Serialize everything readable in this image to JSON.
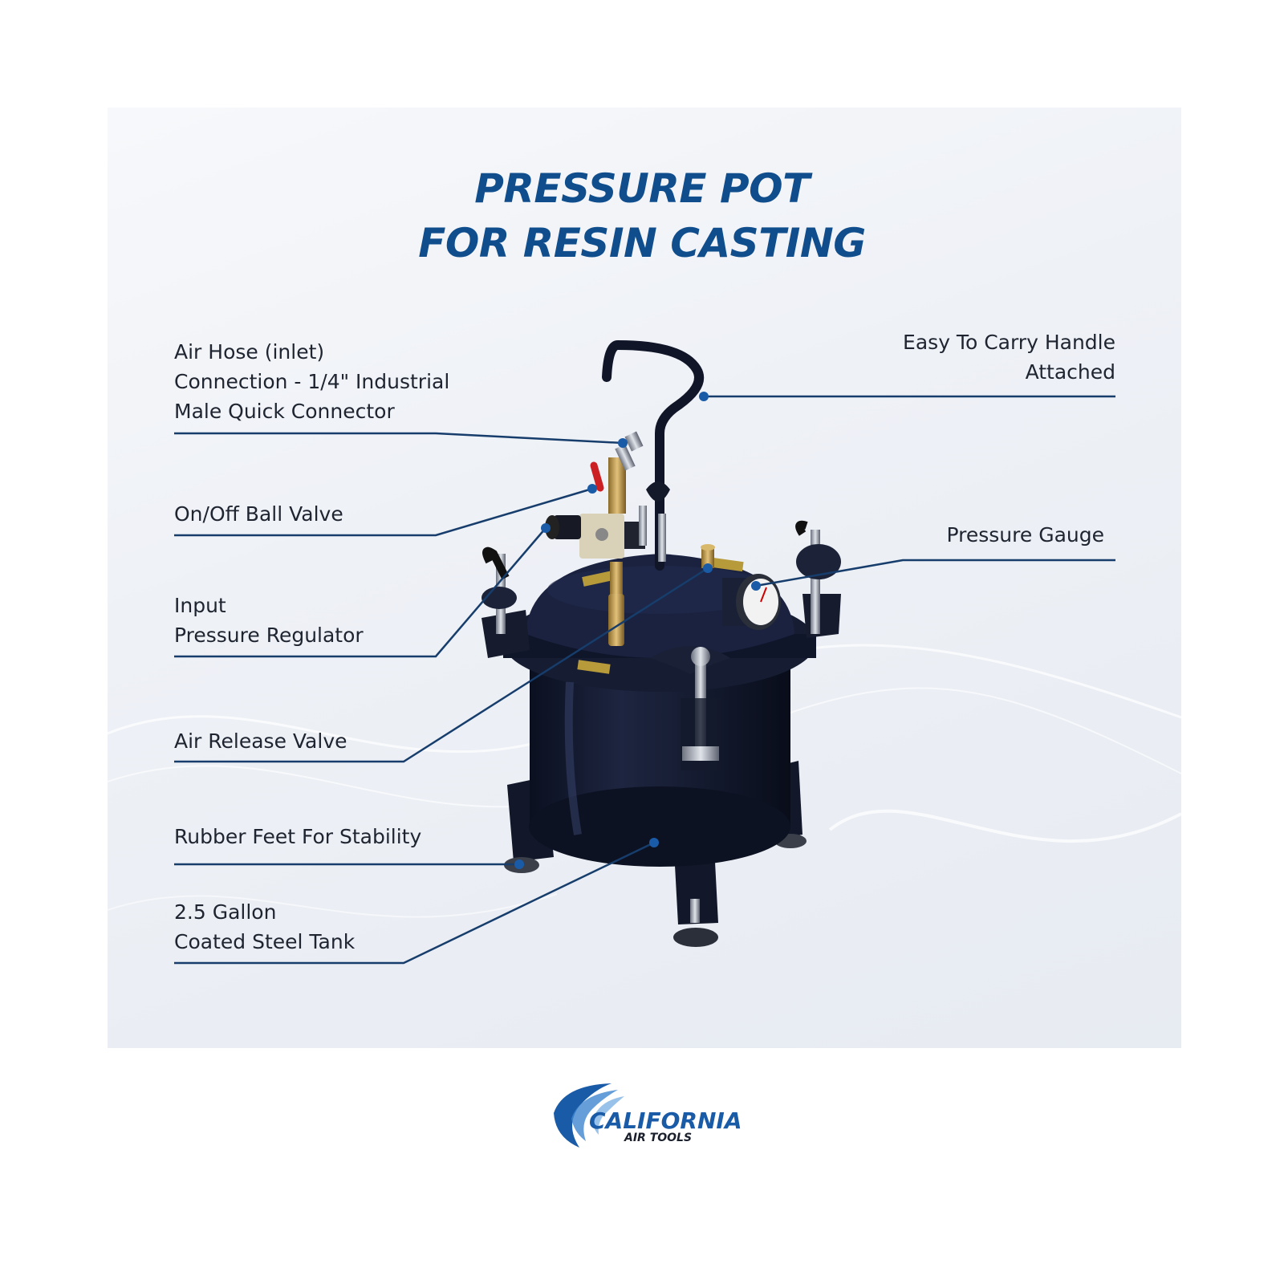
{
  "title": {
    "line1": "PRESSURE POT",
    "line2": "FOR RESIN CASTING"
  },
  "callouts": {
    "air_hose": {
      "line1": "Air Hose (inlet)",
      "line2": "Connection - 1/4\" Industrial",
      "line3": "Male Quick Connector"
    },
    "ball_valve": {
      "line1": "On/Off Ball Valve"
    },
    "regulator": {
      "line1": "Input",
      "line2": "Pressure Regulator"
    },
    "release_valve": {
      "line1": "Air Release Valve"
    },
    "rubber_feet": {
      "line1": "Rubber Feet For Stability"
    },
    "tank": {
      "line1": "2.5 Gallon",
      "line2": "Coated Steel Tank"
    },
    "handle": {
      "line1": "Easy To Carry Handle",
      "line2": "Attached"
    },
    "gauge": {
      "line1": "Pressure Gauge"
    }
  },
  "brand": {
    "name": "CALIFORNIA",
    "tagline": "AIR TOOLS"
  },
  "colors": {
    "title": "#0f4d8c",
    "leader_line": "#163d6b",
    "tank": "#141a2e",
    "label_text": "#1e2430"
  }
}
